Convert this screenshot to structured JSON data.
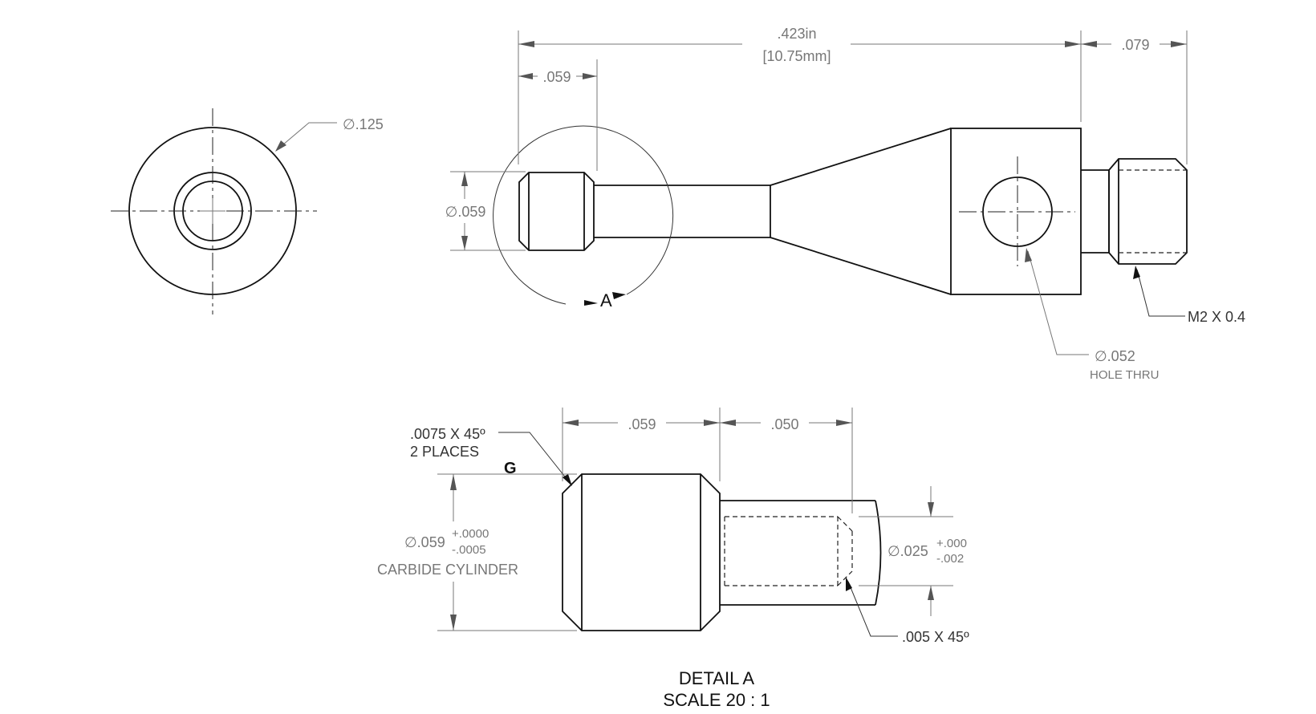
{
  "dims": {
    "overall_length": ".423in",
    "overall_length_mm": "[10.75mm]",
    "thread_length": ".079",
    "tip_length": ".059",
    "end_diameter": "∅.125",
    "tip_diameter": "∅.059",
    "thread_spec": "M2 X 0.4",
    "hole_diameter": "∅.052",
    "hole_note": "HOLE THRU",
    "detail_marker": "A"
  },
  "detail": {
    "chamfer_note_1": ".0075 X 45º",
    "chamfer_note_2": "2 PLACES",
    "datum_label": "G",
    "length_1": ".059",
    "length_2": ".050",
    "cyl_dia": "∅.059",
    "cyl_tol_upper": "+.0000",
    "cyl_tol_lower": "-.0005",
    "cyl_note": "CARBIDE CYLINDER",
    "bore_dia": "∅.025",
    "bore_tol_upper": "+.000",
    "bore_tol_lower": "-.002",
    "bore_chamfer": ".005 X 45º",
    "title": "DETAIL A",
    "scale": "SCALE 20 : 1"
  }
}
